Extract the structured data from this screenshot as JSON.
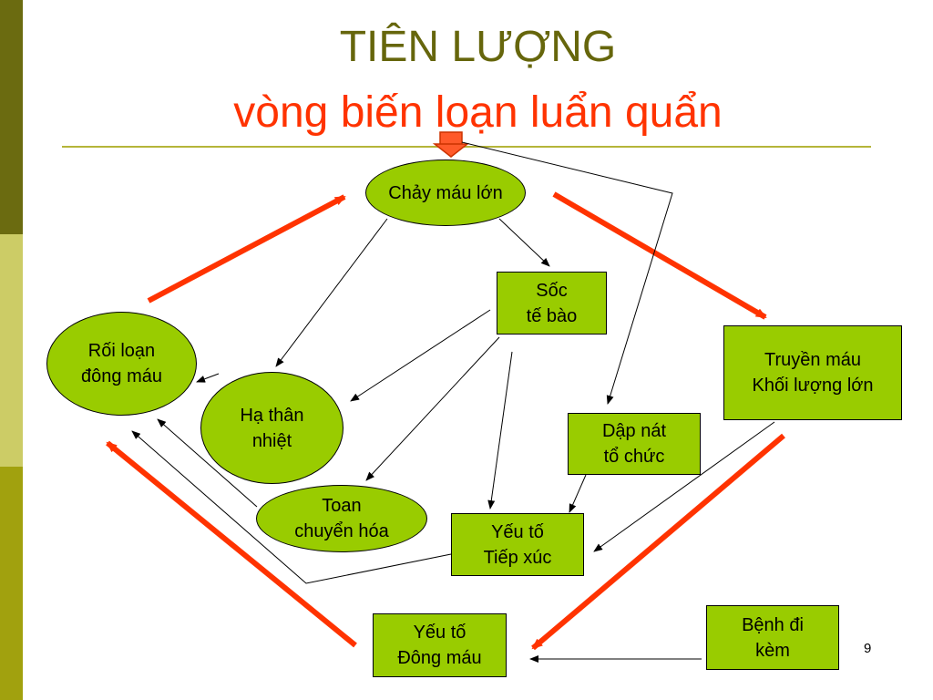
{
  "slide": {
    "title": "TIÊN LƯỢNG",
    "subtitle": "vòng biến loạn luẩn quẩn",
    "page_number": "9"
  },
  "nodes": {
    "chay_mau_lon": "Chảy máu lớn",
    "soc_te_bao": "Sốc\ntế bào",
    "roi_loan_dong_mau": "Rối loạn\nđông máu",
    "ha_than_nhiet": "Hạ thân\nnhiệt",
    "toan_chuyen_hoa": "Toan\nchuyển hóa",
    "dap_nat_to_chuc": "Dập nát\ntổ chức",
    "truyen_mau": "Truyền máu\nKhối lượng lớn",
    "yeu_to_tiep_xuc": "Yếu tố\nTiếp xúc",
    "yeu_to_dong_mau": "Yếu tố\nĐông máu",
    "benh_di_kem": "Bệnh đi\nkèm"
  },
  "colors": {
    "node_fill": "#99cc00",
    "cycle_arrow": "#ff3300",
    "title_main": "#66660c",
    "title_sub": "#ff3300"
  }
}
